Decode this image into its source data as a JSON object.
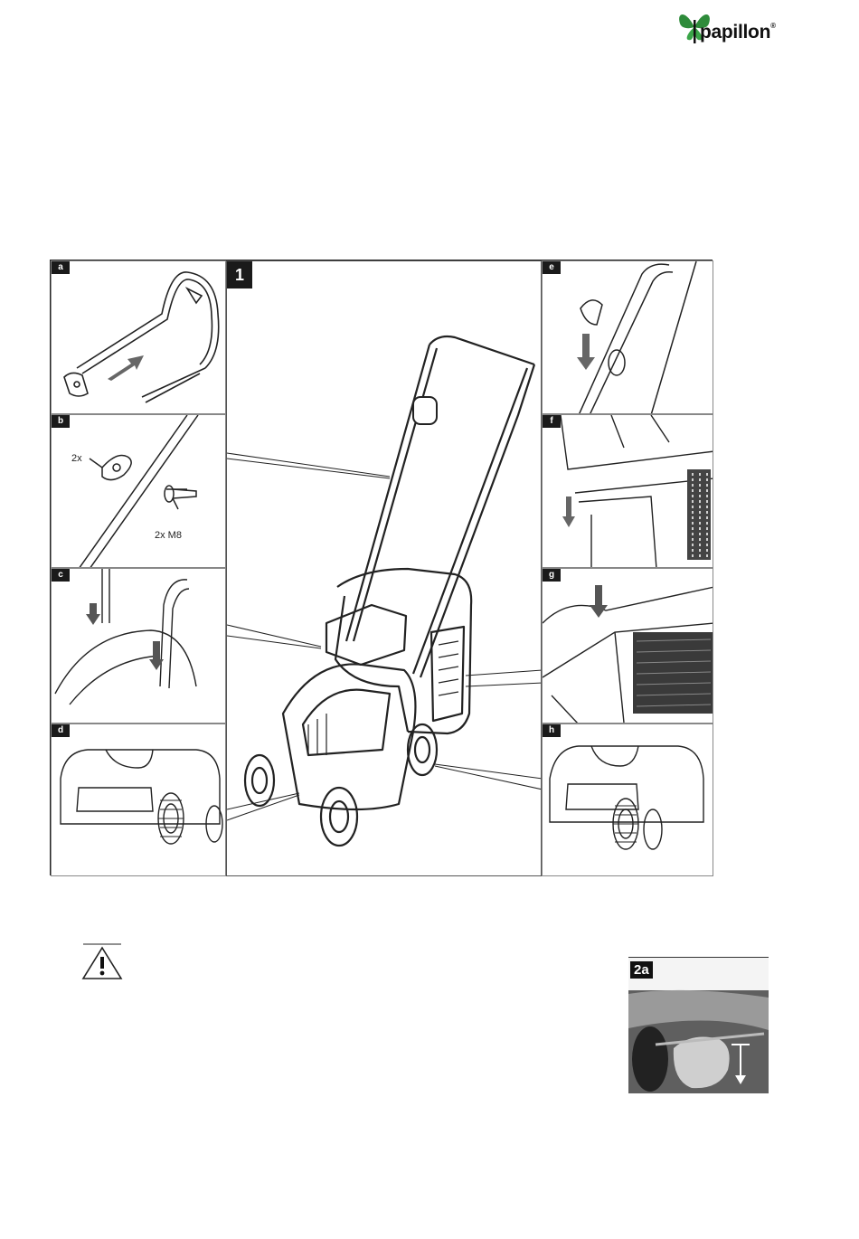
{
  "logo": {
    "text": "papillon",
    "trademark": "®",
    "icon": "butterfly-icon",
    "colors": {
      "wing": "#2e8b3a",
      "text": "#111111"
    }
  },
  "figure": {
    "main_label": "1",
    "panels": [
      {
        "label": "a"
      },
      {
        "label": "b",
        "callouts": [
          "2x",
          "2x M8"
        ]
      },
      {
        "label": "c"
      },
      {
        "label": "d"
      },
      {
        "label": "e"
      },
      {
        "label": "f"
      },
      {
        "label": "g"
      },
      {
        "label": "h"
      }
    ]
  },
  "warning": {
    "icon": "warning-triangle-icon"
  },
  "photo": {
    "label": "2a"
  }
}
